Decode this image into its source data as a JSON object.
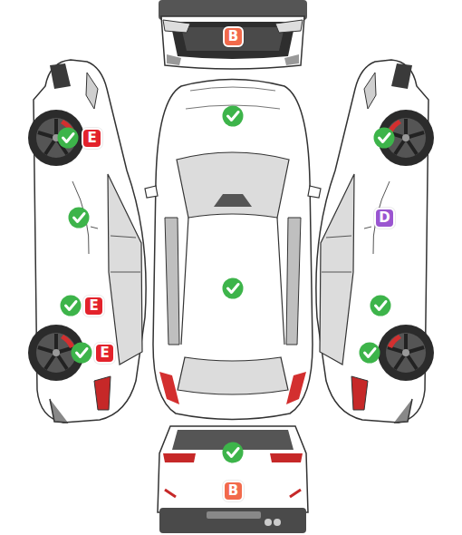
{
  "diagram": {
    "nodes": [
      {
        "text": [
          "B"
        ]
      },
      {
        "text": [
          "E"
        ]
      },
      {
        "text": [
          "D"
        ]
      },
      {
        "text": [
          "E"
        ]
      },
      {
        "text": [
          "E"
        ]
      },
      {
        "text": [
          "B"
        ]
      }
    ]
  }
}
